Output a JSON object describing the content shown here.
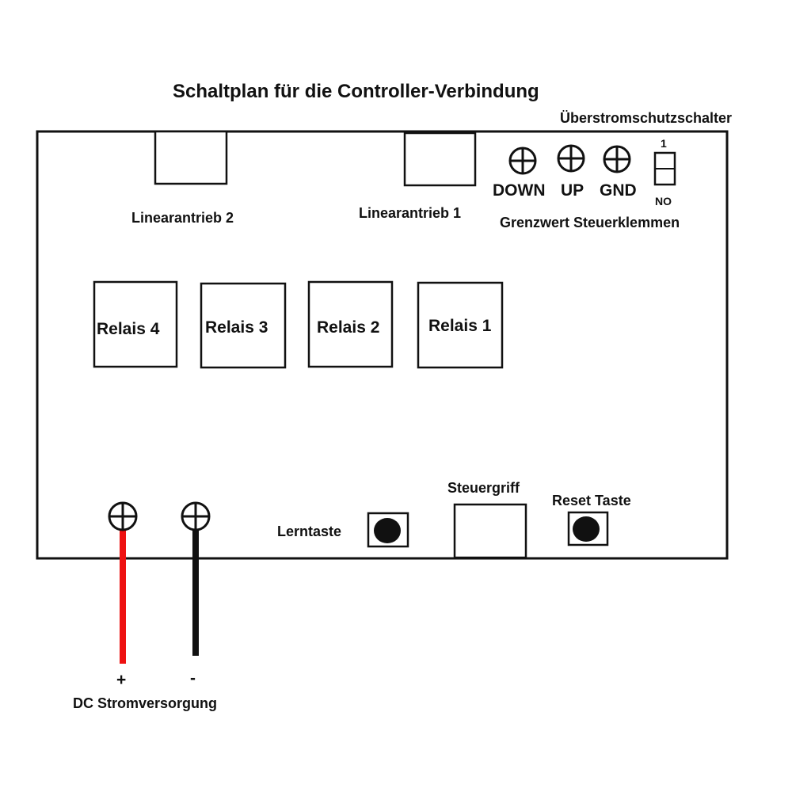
{
  "title": "Schaltplan für die Controller-Verbindung",
  "overcurrent_switch": {
    "label": "Überstromschutzschalter",
    "pos_top": "1",
    "pos_bottom": "NO"
  },
  "actuators": {
    "actuator_2": "Linearantrieb 2",
    "actuator_1": "Linearantrieb 1"
  },
  "limit_terminals": {
    "label": "Grenzwert Steuerklemmen",
    "down": "DOWN",
    "up": "UP",
    "gnd": "GND"
  },
  "relays": [
    "Relais 4",
    "Relais 3",
    "Relais 2",
    "Relais 1"
  ],
  "learn_button": "Lerntaste",
  "control_handle": "Steuergriff",
  "reset_button": "Reset Taste",
  "power": {
    "plus": "+",
    "minus": "-",
    "label": "DC Stromversorgung"
  },
  "colors": {
    "positive_wire": "#ee1111",
    "negative_wire": "#111111"
  }
}
